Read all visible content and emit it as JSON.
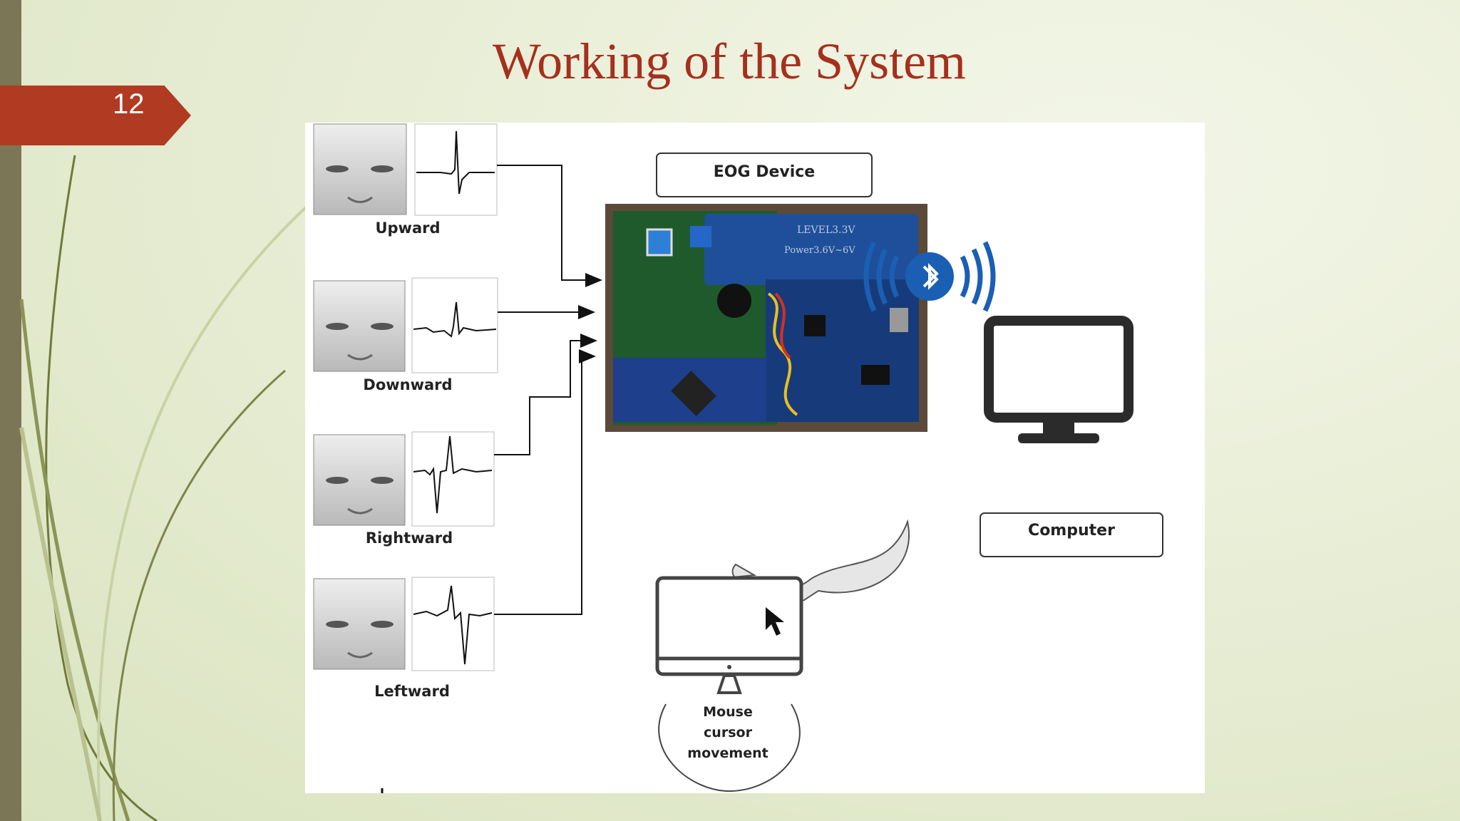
{
  "slide": {
    "number": "12",
    "title": "Working of the System"
  },
  "diagram": {
    "eye_movements": [
      {
        "label": "Upward"
      },
      {
        "label": "Downward"
      },
      {
        "label": "Rightward"
      },
      {
        "label": "Leftward"
      }
    ],
    "device_label": "EOG Device",
    "computer_label": "Computer",
    "mouse_label_lines": [
      "Mouse",
      "cursor",
      "movement"
    ],
    "icons": [
      "face-icon",
      "eog-waveform-icon",
      "circuit-board-image",
      "bluetooth-icon",
      "computer-monitor-icon",
      "mouse-pointer-icon",
      "curved-arrow-icon"
    ]
  },
  "colors": {
    "title": "#a5301d",
    "slide_tab": "#b13a22",
    "left_bar": "#7a7656",
    "bluetooth": "#1a5fb4"
  }
}
